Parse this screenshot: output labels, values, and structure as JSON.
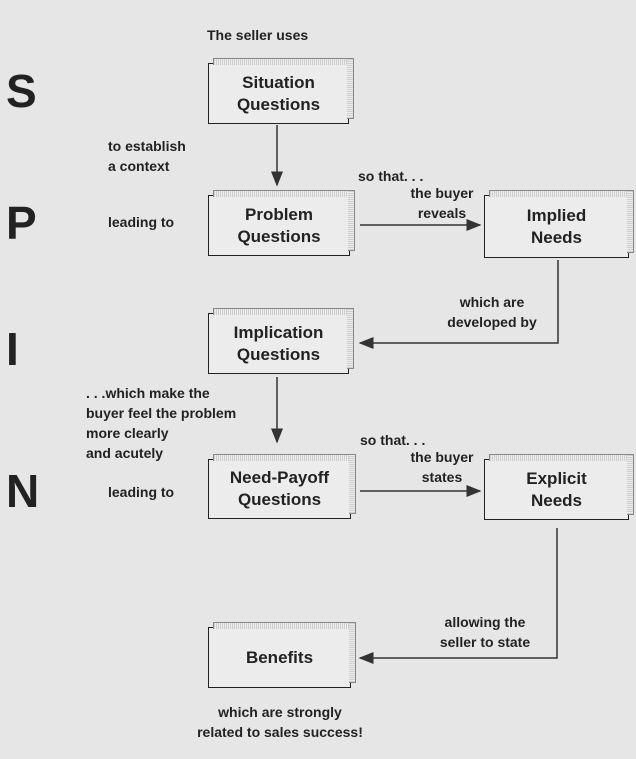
{
  "letters": {
    "s": "S",
    "p": "P",
    "i": "I",
    "n": "N"
  },
  "boxes": {
    "situation": "Situation\nQuestions",
    "problem": "Problem\nQuestions",
    "implied": "Implied\nNeeds",
    "implication": "Implication\nQuestions",
    "need_payoff": "Need-Payoff\nQuestions",
    "explicit": "Explicit\nNeeds",
    "benefits": "Benefits"
  },
  "labels": {
    "seller_uses": "The seller uses",
    "establish_context": "to establish\na context",
    "leading_to_1": "leading to",
    "so_that_1": "so that. . .",
    "buyer_reveals": "the buyer\nreveals",
    "developed_by": "which are\ndeveloped by",
    "feel_problem": ". . .which make the\nbuyer feel the problem\nmore clearly\nand acutely",
    "leading_to_2": "leading to",
    "so_that_2": "so that. . .",
    "buyer_states": "the buyer\nstates",
    "seller_state": "allowing the\nseller to state",
    "sales_success": "which are strongly\nrelated to sales success!"
  }
}
